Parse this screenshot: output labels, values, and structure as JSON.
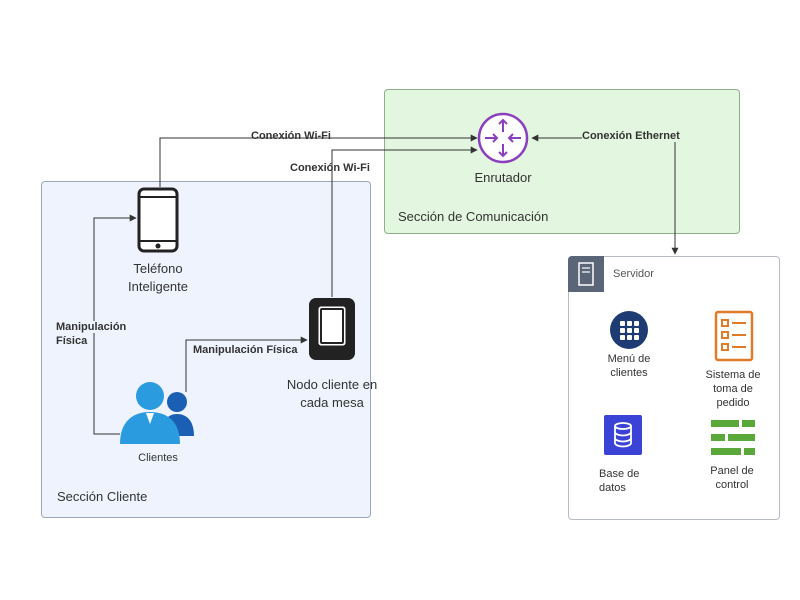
{
  "sections": {
    "client": {
      "label": "Sección Cliente"
    },
    "communication": {
      "label": "Sección de Comunicación"
    },
    "server": {
      "label": "Servidor"
    }
  },
  "nodes": {
    "router": {
      "label": "Enrutador",
      "icon": "router-icon",
      "color": "#8b3fbf"
    },
    "phone": {
      "label_line1": "Teléfono",
      "label_line2": "Inteligente",
      "icon": "smartphone-icon"
    },
    "table_node": {
      "label_line1": "Nodo cliente en",
      "label_line2": "cada mesa",
      "icon": "tablet-icon"
    },
    "clients": {
      "label": "Clientes",
      "icon": "users-icon",
      "color": "#2b9be0"
    }
  },
  "connections": {
    "wifi_phone": "Conexión Wi-Fi",
    "wifi_node": "Conexión Wi-Fi",
    "ethernet": "Conexión Ethernet",
    "manip_phone_line1": "Manipulación",
    "manip_phone_line2": "Física",
    "manip_node": "Manipulación Física"
  },
  "server_items": {
    "menu": {
      "line1": "Menú de",
      "line2": "clientes",
      "icon": "grid-menu-icon",
      "color": "#1f3b73"
    },
    "orders": {
      "line1": "Sistema de",
      "line2": "toma de",
      "line3": "pedido",
      "icon": "checklist-icon",
      "color": "#e07b29"
    },
    "database": {
      "line1": "Base de",
      "line2": "datos",
      "icon": "database-icon",
      "color": "#3b43d6"
    },
    "panel": {
      "line1": "Panel de",
      "line2": "control",
      "icon": "control-panel-icon",
      "color": "#5aa83a"
    }
  }
}
